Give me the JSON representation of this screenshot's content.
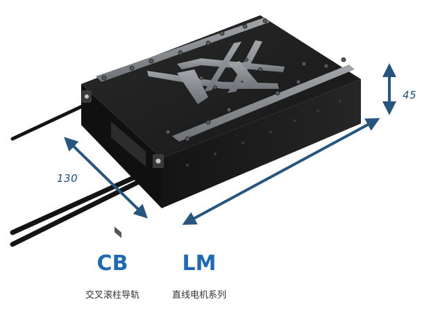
{
  "dimensions": {
    "height": "45",
    "depth": "130"
  },
  "series": [
    {
      "code": "CB",
      "name": "交叉滚柱导轨"
    },
    {
      "code": "LM",
      "name": "直线电机系列"
    }
  ],
  "colors": {
    "body": "#1b1b1b",
    "strip": "#8a8d91",
    "arrow": "#27557d",
    "series_code": "#1f6ab0"
  }
}
